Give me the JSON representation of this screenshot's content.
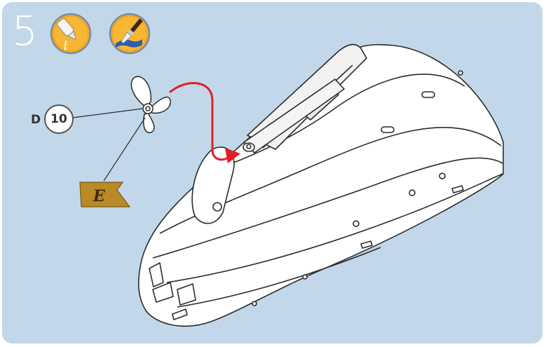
{
  "step": {
    "number": "5"
  },
  "icons": {
    "glue": "glue-bottle-icon",
    "paint": "paintbrush-icon"
  },
  "callouts": {
    "part_letter": "D",
    "part_number": "10",
    "flag_label": "E"
  },
  "colors": {
    "background": "#c2d8ea",
    "icon_circle": "#f2a824",
    "arrow": "#e31e24",
    "flag": "#b98a26"
  }
}
